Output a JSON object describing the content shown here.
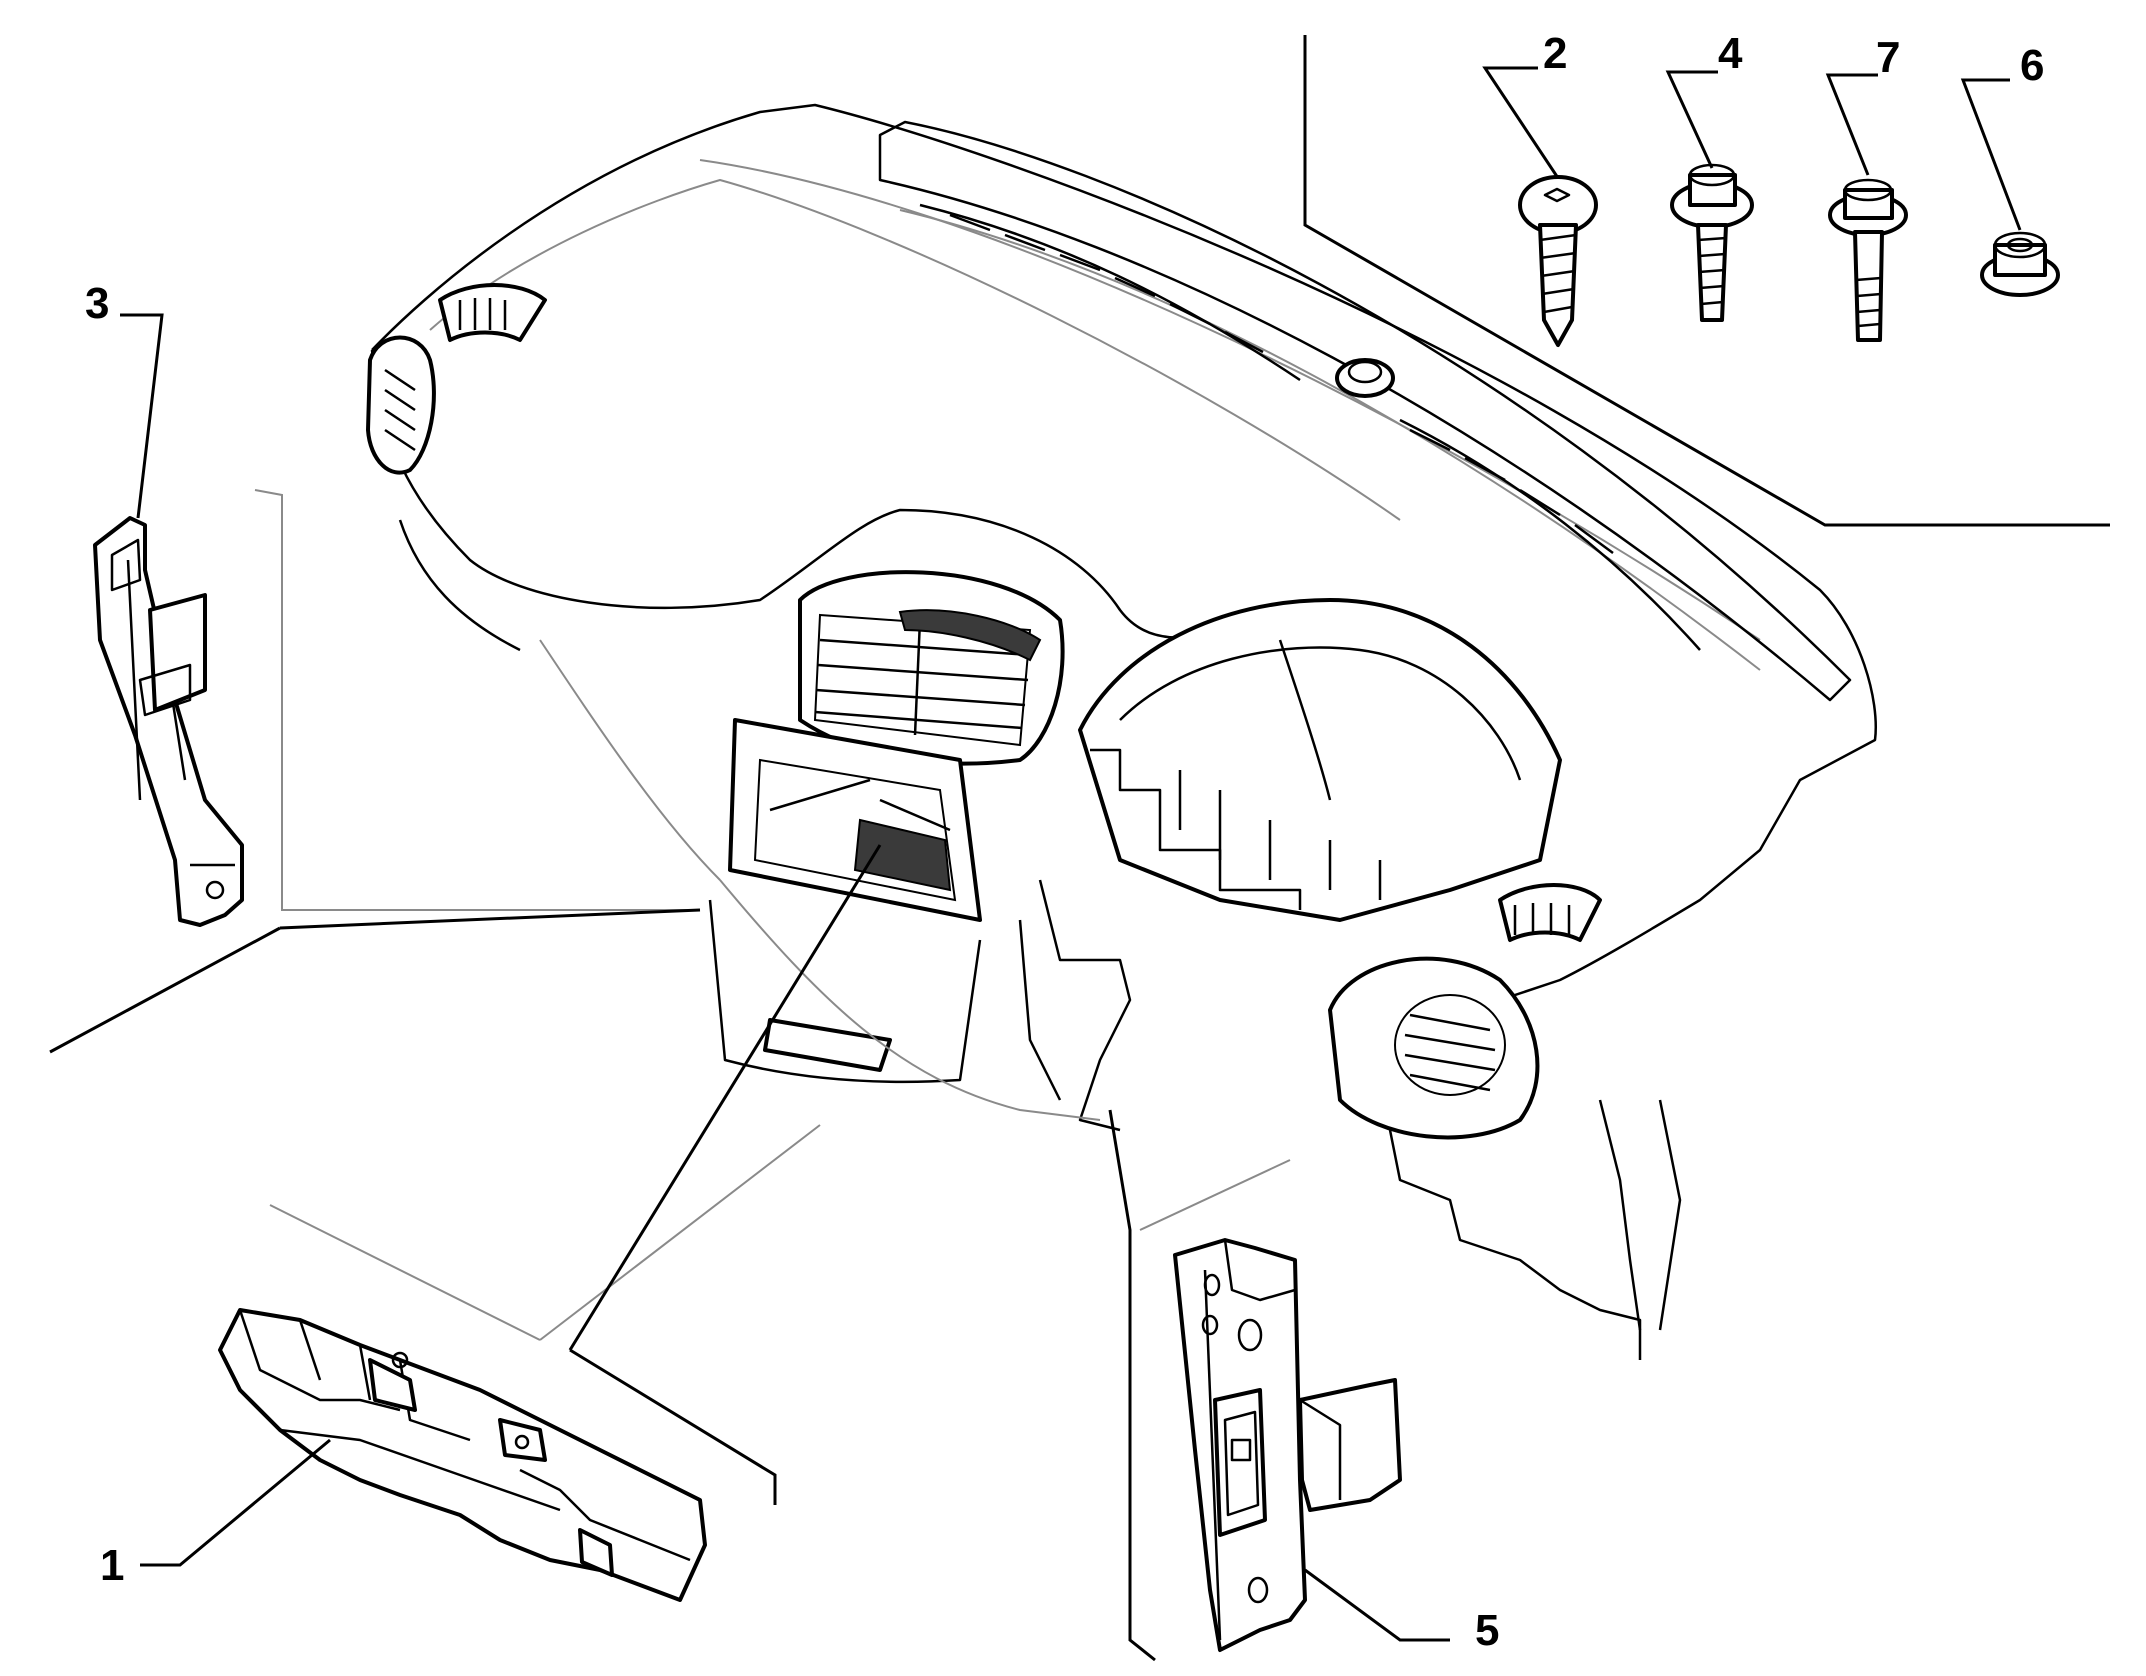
{
  "diagram": {
    "callouts": [
      {
        "id": "1",
        "label": "1"
      },
      {
        "id": "2",
        "label": "2"
      },
      {
        "id": "3",
        "label": "3"
      },
      {
        "id": "4",
        "label": "4"
      },
      {
        "id": "5",
        "label": "5"
      },
      {
        "id": "6",
        "label": "6"
      },
      {
        "id": "7",
        "label": "7"
      }
    ],
    "colors": {
      "line": "#000000",
      "thin_line": "#8a8a8a",
      "background": "#ffffff"
    }
  }
}
